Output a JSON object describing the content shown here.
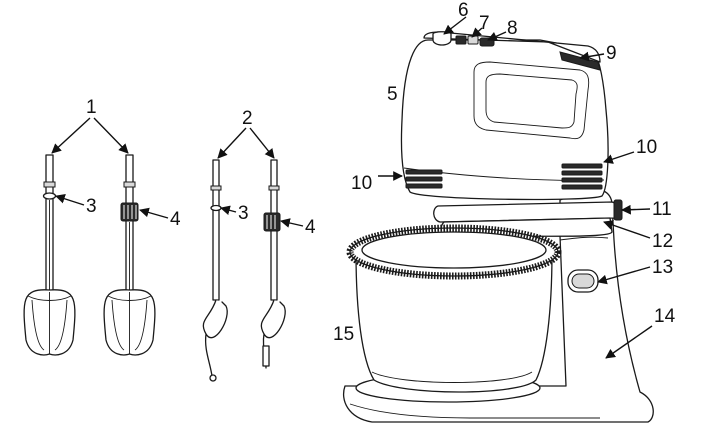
{
  "diagram": {
    "callouts": [
      {
        "id": "c1",
        "text": "1"
      },
      {
        "id": "c2",
        "text": "2"
      },
      {
        "id": "c3a",
        "text": "3"
      },
      {
        "id": "c4a",
        "text": "4"
      },
      {
        "id": "c3b",
        "text": "3"
      },
      {
        "id": "c4b",
        "text": "4"
      },
      {
        "id": "c5",
        "text": "5"
      },
      {
        "id": "c6",
        "text": "6"
      },
      {
        "id": "c7",
        "text": "7"
      },
      {
        "id": "c8",
        "text": "8"
      },
      {
        "id": "c9",
        "text": "9"
      },
      {
        "id": "c10a",
        "text": "10"
      },
      {
        "id": "c10b",
        "text": "10"
      },
      {
        "id": "c11",
        "text": "11"
      },
      {
        "id": "c12",
        "text": "12"
      },
      {
        "id": "c13",
        "text": "13"
      },
      {
        "id": "c14",
        "text": "14"
      },
      {
        "id": "c15",
        "text": "15"
      }
    ]
  }
}
